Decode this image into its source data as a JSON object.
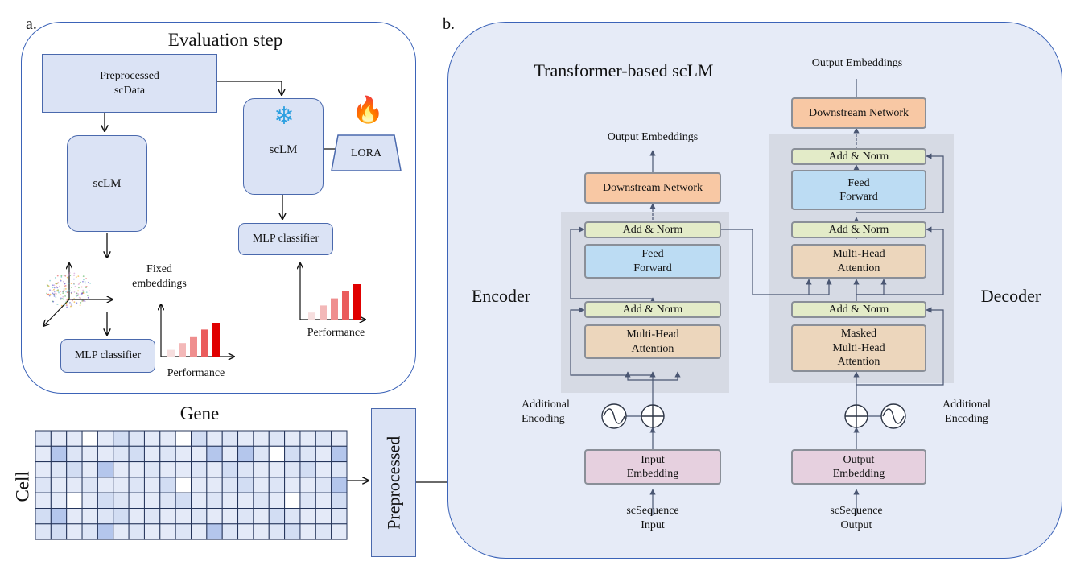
{
  "panel_a": {
    "letter": "a.",
    "title": "Evaluation  step",
    "preprocessed_label": "Preprocessed\nscData",
    "sclm_left": "scLM",
    "sclm_right": "scLM",
    "lora": "LORA",
    "mlp_right": "MLP classifier",
    "mlp_left": "MLP classifier",
    "fixed_embeddings": "Fixed\nembeddings",
    "performance_left": "Performance",
    "performance_right": "Performance",
    "performance_bars": [
      0.2,
      0.4,
      0.6,
      0.8,
      1.0
    ],
    "bar_colors": [
      "#f6dede",
      "#f3b8b8",
      "#ef8e8e",
      "#ea5c5c",
      "#e00000"
    ],
    "snowflake_icon": "❄",
    "fire_icon": "🔥"
  },
  "matrix": {
    "gene_label": "Gene",
    "cell_label": "Cell",
    "preprocessed_label": "Preprocessed"
  },
  "panel_b": {
    "letter": "b.",
    "title": "Transformer-based scLM",
    "encoder_label": "Encoder",
    "decoder_label": "Decoder",
    "enc": {
      "output_embeddings": "Output Embeddings",
      "downstream": "Downstream Network",
      "add_norm_top": "Add & Norm",
      "feed_forward": "Feed\nForward",
      "add_norm_bottom": "Add & Norm",
      "attention": "Multi-Head\nAttention",
      "additional_encoding": "Additional\nEncoding",
      "input_embedding": "Input\nEmbedding",
      "sequence": "scSequence\nInput"
    },
    "dec": {
      "output_embeddings": "Output Embeddings",
      "downstream": "Downstream Network",
      "add_norm_1": "Add & Norm",
      "feed_forward": "Feed\nForward",
      "add_norm_2": "Add & Norm",
      "attention": "Multi-Head\nAttention",
      "add_norm_3": "Add & Norm",
      "masked_attention": "Masked\nMulti-Head\nAttention",
      "additional_encoding": "Additional\nEncoding",
      "output_embedding": "Output\nEmbedding",
      "sequence": "scSequence\nOutput"
    }
  }
}
